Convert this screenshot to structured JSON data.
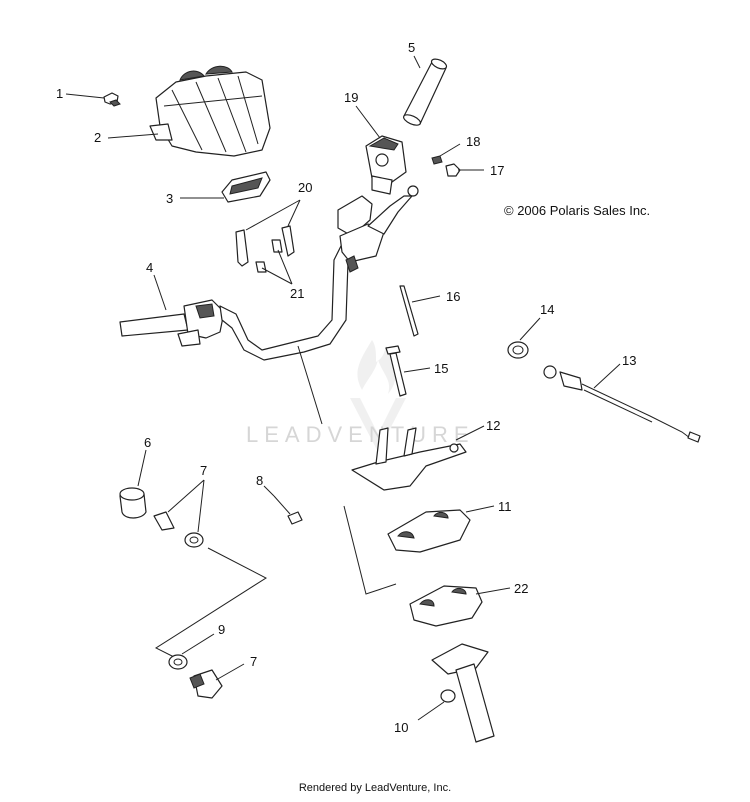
{
  "copyright": "© 2006 Polaris Sales Inc.",
  "watermark": "LEADVENTURE",
  "footer": "Rendered by LeadVenture, Inc.",
  "callouts": {
    "c1": "1",
    "c2": "2",
    "c3": "3",
    "c4": "4",
    "c5": "5",
    "c6": "6",
    "c7a": "7",
    "c7b": "7",
    "c8": "8",
    "c9": "9",
    "c10": "10",
    "c11": "11",
    "c12": "12",
    "c13": "13",
    "c14": "14",
    "c15": "15",
    "c16": "16",
    "c17": "17",
    "c18": "18",
    "c19": "19",
    "c20": "20",
    "c21": "21",
    "c22": "22"
  }
}
